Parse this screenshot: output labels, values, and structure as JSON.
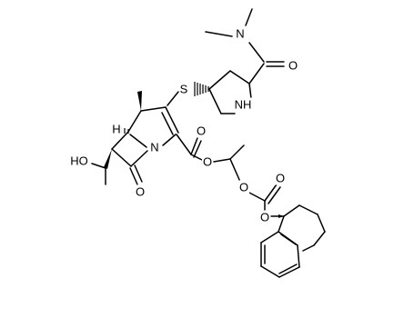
{
  "molecule": {
    "labels": {
      "n_dimethyl": "N",
      "o_amide": "O",
      "nh_pyrrolidine": "NH",
      "s_thio": "S",
      "n_lactam": "N",
      "h_bridge": "H",
      "ho_hydroxy": "HO",
      "o_lactam": "O",
      "o_ester_carbonyl": "O",
      "o_ester": "O",
      "o_carbonate_a": "O",
      "o_carbonate_carbonyl": "O",
      "o_carbonate_b": "O"
    },
    "colors": {
      "bond": "#000000",
      "background": "#ffffff"
    }
  }
}
